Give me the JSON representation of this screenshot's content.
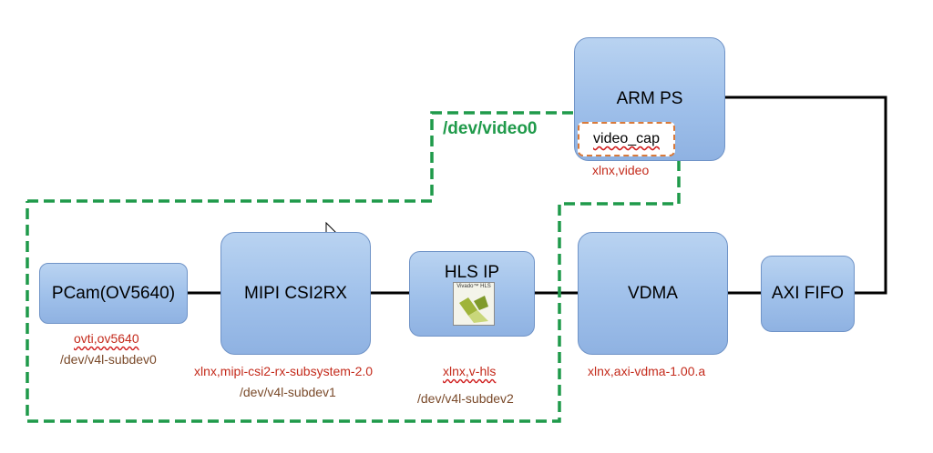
{
  "blocks": {
    "arm_ps": "ARM PS",
    "pcam": "PCam(OV5640)",
    "mipi": "MIPI CSI2RX",
    "hls": "HLS IP",
    "vdma": "VDMA",
    "axi_fifo": "AXI FIFO"
  },
  "video_cap": "video_cap",
  "dev_video0": "/dev/video0",
  "vivado_logo_text": "Vivado™ HLS",
  "labels": {
    "xlnx_video": "xlnx,video",
    "pcam_compat": "ovti,ov5640",
    "pcam_dev": "/dev/v4l-subdev0",
    "mipi_compat": "xlnx,mipi-csi2-rx-subsystem-2.0",
    "mipi_dev": "/dev/v4l-subdev1",
    "hls_compat": "xlnx,v-hls",
    "hls_dev": "/dev/v4l-subdev2",
    "vdma_compat": "xlnx,axi-vdma-1.00.a"
  },
  "colors": {
    "block_fill": "#a8c6ee",
    "block_border": "#6f93c7",
    "compat_text": "#c42b1c",
    "dev_text": "#7a4a2a",
    "dashed_region": "#1f9a4a",
    "video_cap_border": "#d97a3a"
  }
}
